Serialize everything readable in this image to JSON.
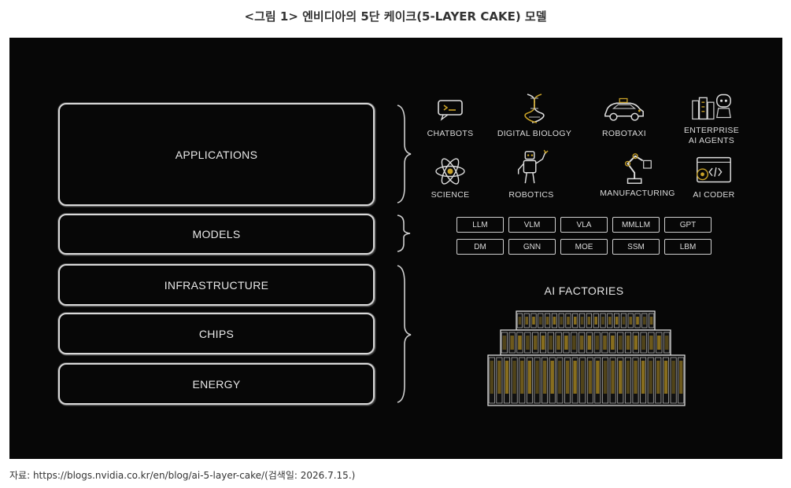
{
  "figure": {
    "title": "<그림 1> 엔비디아의 5단 케이크(5-LAYER CAKE) 모델",
    "source": "자료: https://blogs.nvidia.co.kr/en/blog/ai-5-layer-cake/(검색일: 2026.7.15.)"
  },
  "layers": [
    "APPLICATIONS",
    "MODELS",
    "INFRASTRUCTURE",
    "CHIPS",
    "ENERGY"
  ],
  "applications": {
    "row1": [
      {
        "label": "CHATBOTS",
        "icon": "chatbot-icon"
      },
      {
        "label": "DIGITAL BIOLOGY",
        "icon": "dna-icon"
      },
      {
        "label": "ROBOTAXI",
        "icon": "car-icon"
      },
      {
        "label": "ENTERPRISE\nAI AGENTS",
        "icon": "enterprise-agent-icon"
      }
    ],
    "row2": [
      {
        "label": "SCIENCE",
        "icon": "atom-icon"
      },
      {
        "label": "ROBOTICS",
        "icon": "robot-icon"
      },
      {
        "label": "MANUFACTURING",
        "icon": "robot-arm-icon"
      },
      {
        "label": "AI CODER",
        "icon": "code-window-icon"
      }
    ]
  },
  "models": {
    "row1": [
      "LLM",
      "VLM",
      "VLA",
      "MMLLM",
      "GPT"
    ],
    "row2": [
      "DM",
      "GNN",
      "MOE",
      "SSM",
      "LBM"
    ]
  },
  "infrastructure": {
    "label": "AI FACTORIES",
    "icon": "datacenter-icon"
  },
  "colors": {
    "panel_background": "#070707",
    "line": "#d9d9d9",
    "accent_gold": "#c9a227"
  }
}
